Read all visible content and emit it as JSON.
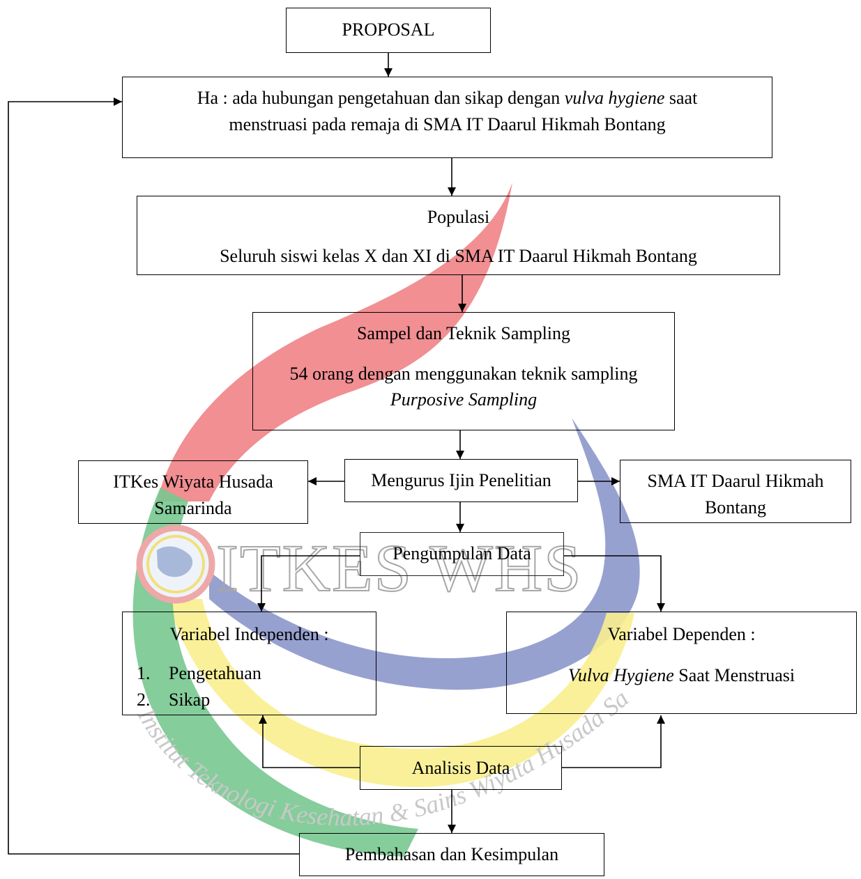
{
  "watermark": {
    "logo_text": "ITKES WHS",
    "arc_text": "Institut Teknologi Kesehatan & Sains Wiyata Husada Samarinda"
  },
  "nodes": {
    "proposal": "PROPOSAL",
    "hypothesis": {
      "prefix": "Ha : ada hubungan pengetahuan dan sikap dengan",
      "italic": "vulva hygiene",
      "suffix": "saat",
      "line2": "menstruasi pada remaja di SMA IT Daarul Hikmah Bontang"
    },
    "population": {
      "title": "Populasi",
      "body": "Seluruh siswi kelas X dan XI di SMA IT Daarul Hikmah Bontang"
    },
    "sample": {
      "title": "Sampel dan Teknik Sampling",
      "line1": "54 orang dengan menggunakan teknik sampling",
      "line2": "Purposive Sampling"
    },
    "permit": "Mengurus Ijin Penelitian",
    "itkes": {
      "line1": "ITKes Wiyata Husada",
      "line2": "Samarinda"
    },
    "sma": {
      "line1": "SMA IT Daarul Hikmah",
      "line2": "Bontang"
    },
    "collection": "Pengumpulan Data",
    "independent": {
      "title": "Variabel Independen :",
      "items": [
        {
          "num": "1.",
          "label": "Pengetahuan"
        },
        {
          "num": "2.",
          "label": "Sikap"
        }
      ]
    },
    "dependent": {
      "title": "Variabel Dependen :",
      "italic": "Vulva Hygiene",
      "suffix": "Saat Menstruasi"
    },
    "analysis": "Analisis Data",
    "conclusion": "Pembahasan dan Kesimpulan"
  }
}
